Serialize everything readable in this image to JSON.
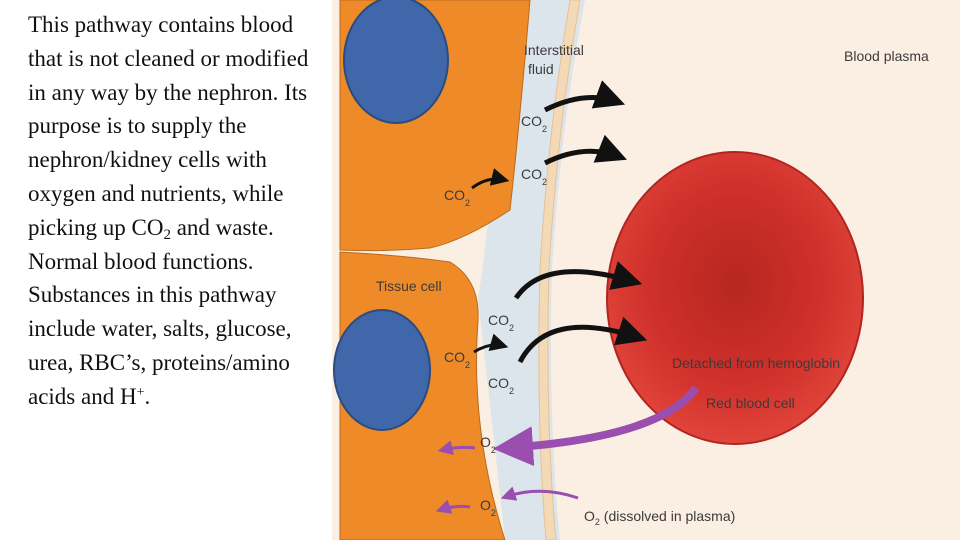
{
  "text_block": {
    "p1": "This pathway contains blood that is not cleaned or modified in any way by the nephron. Its purpose is to supply the nephron/kidney cells with oxygen and nutrients, while picking up CO",
    "p1_sub": "2",
    "p2": " and waste. Normal blood functions. Substances in this pathway include water, salts, glucose, urea, RBC’s, proteins/amino acids and H",
    "p2_sup": "+",
    "p3": "."
  },
  "diagram": {
    "interstitial_line1": "Interstitial",
    "interstitial_line2": "fluid",
    "blood_plasma": "Blood plasma",
    "tissue_cell": "Tissue cell",
    "detached": "Detached from hemoglobin",
    "rbc": "Red blood cell",
    "o2_dissolved_a": "O",
    "o2_dissolved_sub": "2",
    "o2_dissolved_b": " (dissolved in plasma)",
    "co2_main": "CO",
    "co2_sub": "2",
    "o2_main": "O",
    "o2_sub": "2"
  },
  "colors": {
    "tissue_orange": "#ee8a28",
    "nucleus_blue": "#3f67aa",
    "interstitial_blue": "#dde5ec",
    "plasma_cream": "#fbefe3",
    "rbc_red": "#d3322c",
    "o2_arrow_purple": "#9a4fb0"
  }
}
